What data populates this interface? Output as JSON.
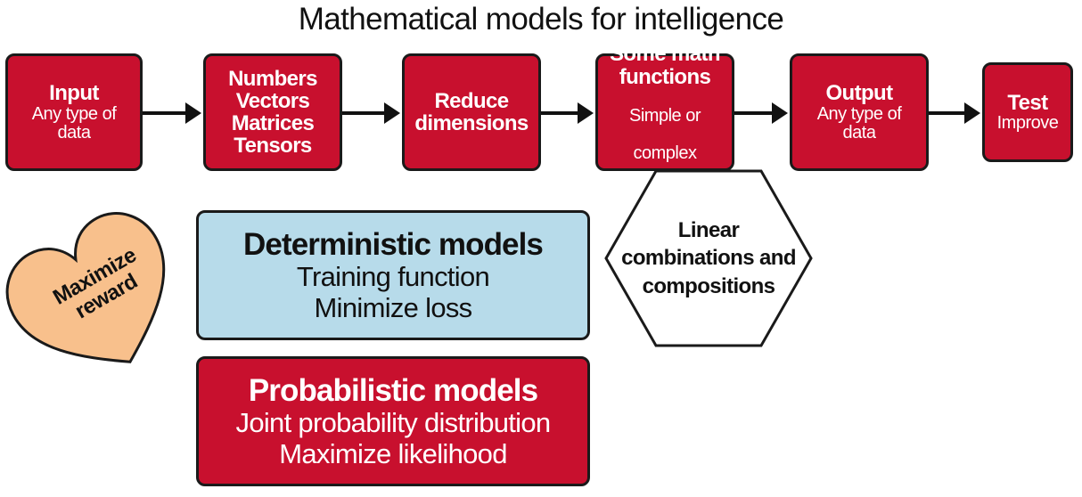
{
  "title": "Mathematical models for intelligence",
  "pipeline": [
    {
      "head": "Input",
      "sub": [
        "Any type of",
        "data"
      ]
    },
    {
      "head": "Numbers\nVectors\nMatrices\nTensors",
      "sub": []
    },
    {
      "head": "Reduce\ndimensions",
      "sub": []
    },
    {
      "head": "Some math\nfunctions",
      "sub": [
        "Simple or",
        "complex"
      ]
    },
    {
      "head": "Output",
      "sub": [
        "Any type of",
        "data"
      ]
    },
    {
      "head": "Test",
      "sub": [
        "Improve"
      ]
    }
  ],
  "hexagon": {
    "lines": [
      "Linear",
      "combinations and",
      "compositions"
    ]
  },
  "heart": {
    "lines": [
      "Maximize",
      "reward"
    ]
  },
  "deterministic": {
    "title": "Deterministic models",
    "lines": [
      "Training function",
      "Minimize loss"
    ]
  },
  "probabilistic": {
    "title": "Probabilistic models",
    "lines": [
      "Joint probability distribution",
      "Maximize likelihood"
    ]
  },
  "colors": {
    "step_fill": "#c8102e",
    "deterministic_fill": "#b7dbea",
    "heart_fill": "#f8c08c",
    "outline": "#1a1a1a"
  }
}
